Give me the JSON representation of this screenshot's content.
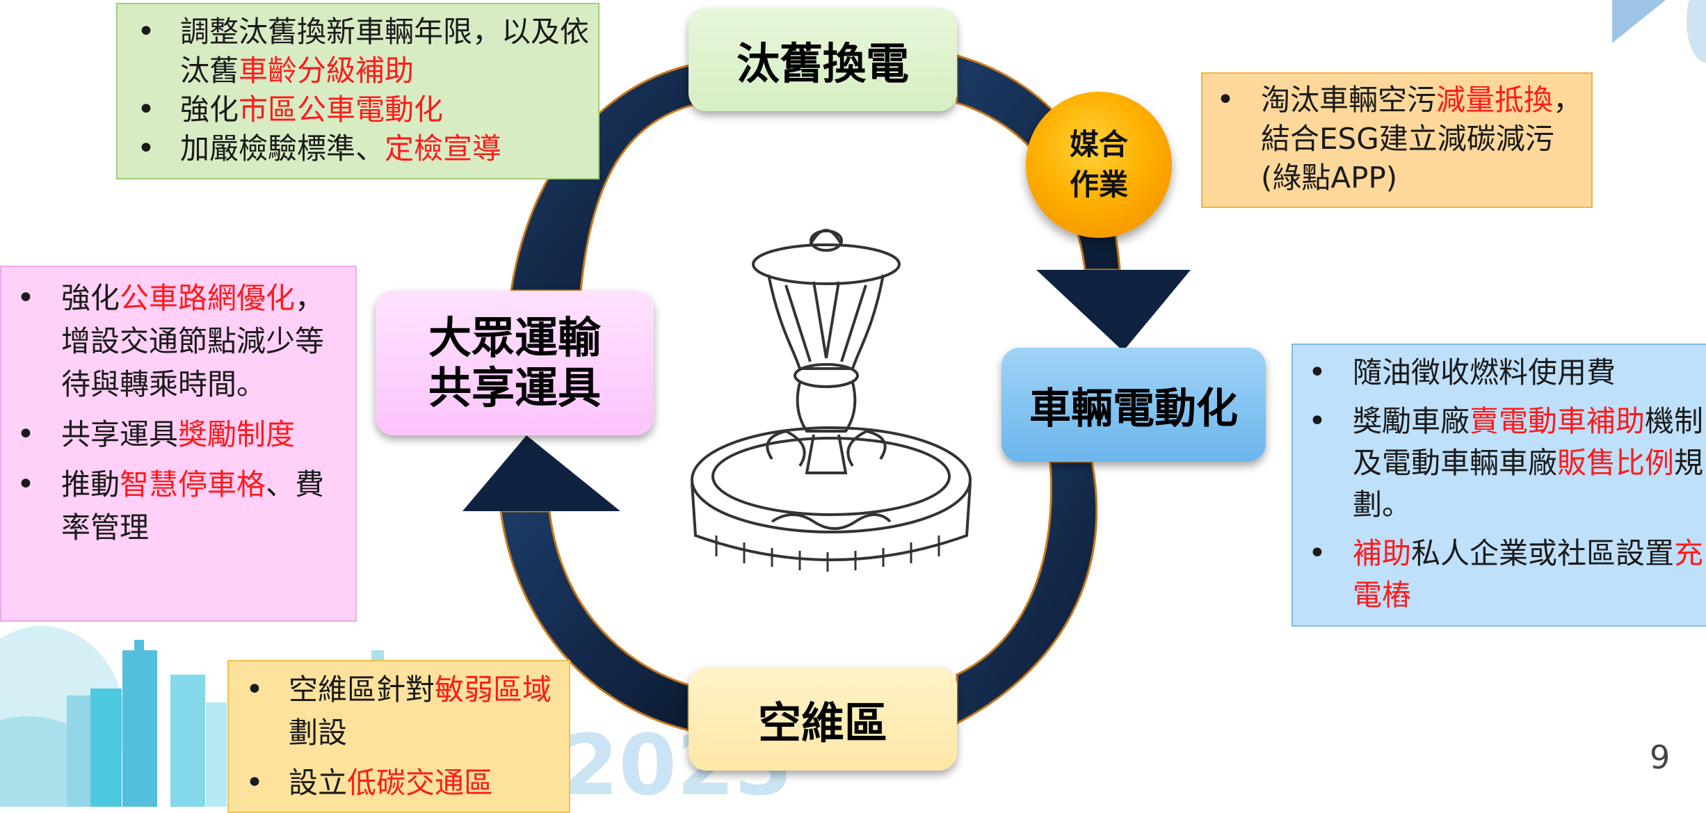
{
  "cycle": {
    "top": "汰舊換電",
    "right": "車輛電動化",
    "bottom": "空維區",
    "left_line1": "大眾運輸",
    "left_line2": "共享運具",
    "match_line1": "媒合",
    "match_line2": "作業"
  },
  "box_top_left": {
    "items": [
      {
        "p1": "調整汰舊換新車輛年限，以及依汰舊",
        "h1": "車齡分級補助",
        "p2": ""
      },
      {
        "p1": "強化",
        "h1": "市區公車電動化",
        "p2": ""
      },
      {
        "p1": "加嚴檢驗標準、",
        "h1": "定檢宣導",
        "p2": ""
      }
    ]
  },
  "box_top_right": {
    "items": [
      {
        "p1": "淘汰車輛空污",
        "h1": "減量抵換",
        "p2": "，結合ESG建立減碳減污(綠點APP)"
      }
    ]
  },
  "box_left": {
    "items": [
      {
        "p1": "強化",
        "h1": "公車路網優化",
        "p2": "，增設交通節點減少等待與轉乘時間。"
      },
      {
        "p1": "共享運具",
        "h1": "獎勵制度",
        "p2": ""
      },
      {
        "p1": "推動",
        "h1": "智慧停車格",
        "p2": "、費率管理"
      }
    ]
  },
  "box_right": {
    "items": [
      {
        "p1": "隨油徵收燃料使用費",
        "h1": "",
        "p2": "",
        "h2": "",
        "p3": ""
      },
      {
        "p1": "獎勵車廠",
        "h1": "賣電動車補助",
        "p2": "機制及電動車輛車廠",
        "h2": "販售比例",
        "p3": "規劃。"
      },
      {
        "p1": "",
        "h1": "補助",
        "p2": "私人企業或社區設置",
        "h2": "充電樁",
        "p3": ""
      }
    ]
  },
  "box_bottom": {
    "items": [
      {
        "p1": "空維區針對",
        "h1": "敏弱區域",
        "p2": "劃設"
      },
      {
        "p1": "設立",
        "h1": "低碳交通區",
        "p2": ""
      }
    ]
  },
  "page_number": "9",
  "watermark_year": "2023",
  "colors": {
    "arrow": "#0f2240",
    "highlight": "#ff1a1a",
    "green_box": "#d8ecc4",
    "orange_box": "#fdd89a",
    "pink_box": "#ffd0f8",
    "blue_box": "#bfe0fb",
    "yellow_box": "#fde29c"
  }
}
